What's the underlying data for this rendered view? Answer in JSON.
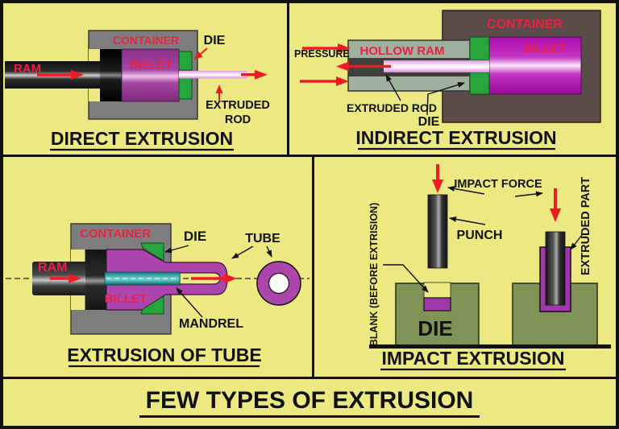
{
  "colors": {
    "background": "#EDE982",
    "label_red": "#EA2045",
    "arrow_red": "#ED1C24",
    "container_gray": "#7D7D7D",
    "container_dark_brown": "#594C48",
    "billet_purple": "#9A3D9A",
    "billet_magenta": "#C21EC2",
    "die_green": "#26A53C",
    "hollow_ram_green_gray": "#9FB09F",
    "mandrel_teal": "#2FA9A5",
    "tube_purple": "#AC46AC",
    "impact_die_olive": "#7E9355",
    "impact_purple": "#A138A9"
  },
  "footer": {
    "title": "FEW TYPES OF EXTRUSION"
  },
  "direct": {
    "title": "DIRECT EXTRUSION",
    "ram": "RAM",
    "container": "CONTAINER",
    "billet": "BILLET",
    "die": "DIE",
    "extruded_line1": "EXTRUDED",
    "extruded_line2": "ROD"
  },
  "indirect": {
    "title": "INDIRECT EXTRUSION",
    "pressure": "PRESSURE",
    "hollow_ram": "HOLLOW RAM",
    "container": "CONTAINER",
    "billet": "BILLET",
    "extruded_rod": "EXTRUDED ROD",
    "die": "DIE"
  },
  "tube": {
    "title": "EXTRUSION OF TUBE",
    "ram": "RAM",
    "container": "CONTAINER",
    "billet": "BILLET",
    "die": "DIE",
    "tube": "TUBE",
    "mandrel": "MANDREL"
  },
  "impact": {
    "title": "IMPACT EXTRUSION",
    "impact_force": "IMPACT FORCE",
    "punch": "PUNCH",
    "blank": "BLANK (BEFORE EXTRISION)",
    "die": "DIE",
    "extruded_part": "EXTRUDED PART"
  }
}
